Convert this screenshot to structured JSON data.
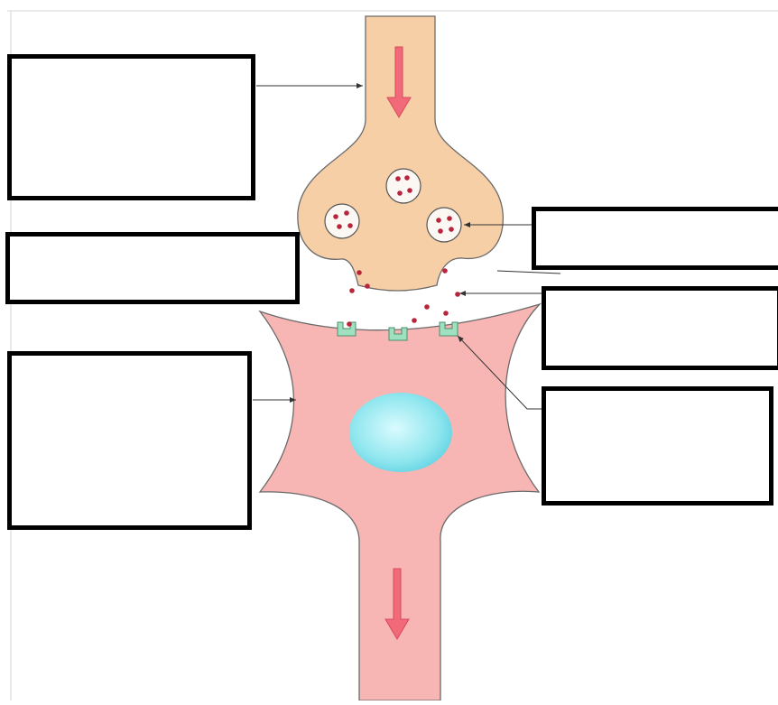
{
  "figure": {
    "title": "",
    "colors": {
      "presynaptic_terminal": "#f7cfa6",
      "postsynaptic_cell": "#f7b6b4",
      "nucleus": "#8fe6ee",
      "vesicle_dot": "#b8243c",
      "receptor": "#9fe0c0",
      "signal_arrow": "#f06a7a",
      "outline": "#555555"
    },
    "label_boxes": [
      {
        "id": "box-1",
        "text": ""
      },
      {
        "id": "box-2",
        "text": ""
      },
      {
        "id": "box-3",
        "text": ""
      },
      {
        "id": "box-4",
        "text": ""
      },
      {
        "id": "box-5",
        "text": ""
      },
      {
        "id": "box-6",
        "text": ""
      }
    ],
    "structures": {
      "presynaptic": "axon-terminal",
      "vesicles": "synaptic-vesicles",
      "cleft": "synaptic-cleft",
      "receptors": "receptors",
      "postsynaptic": "postsynaptic-neuron",
      "nucleus": "nucleus"
    }
  }
}
